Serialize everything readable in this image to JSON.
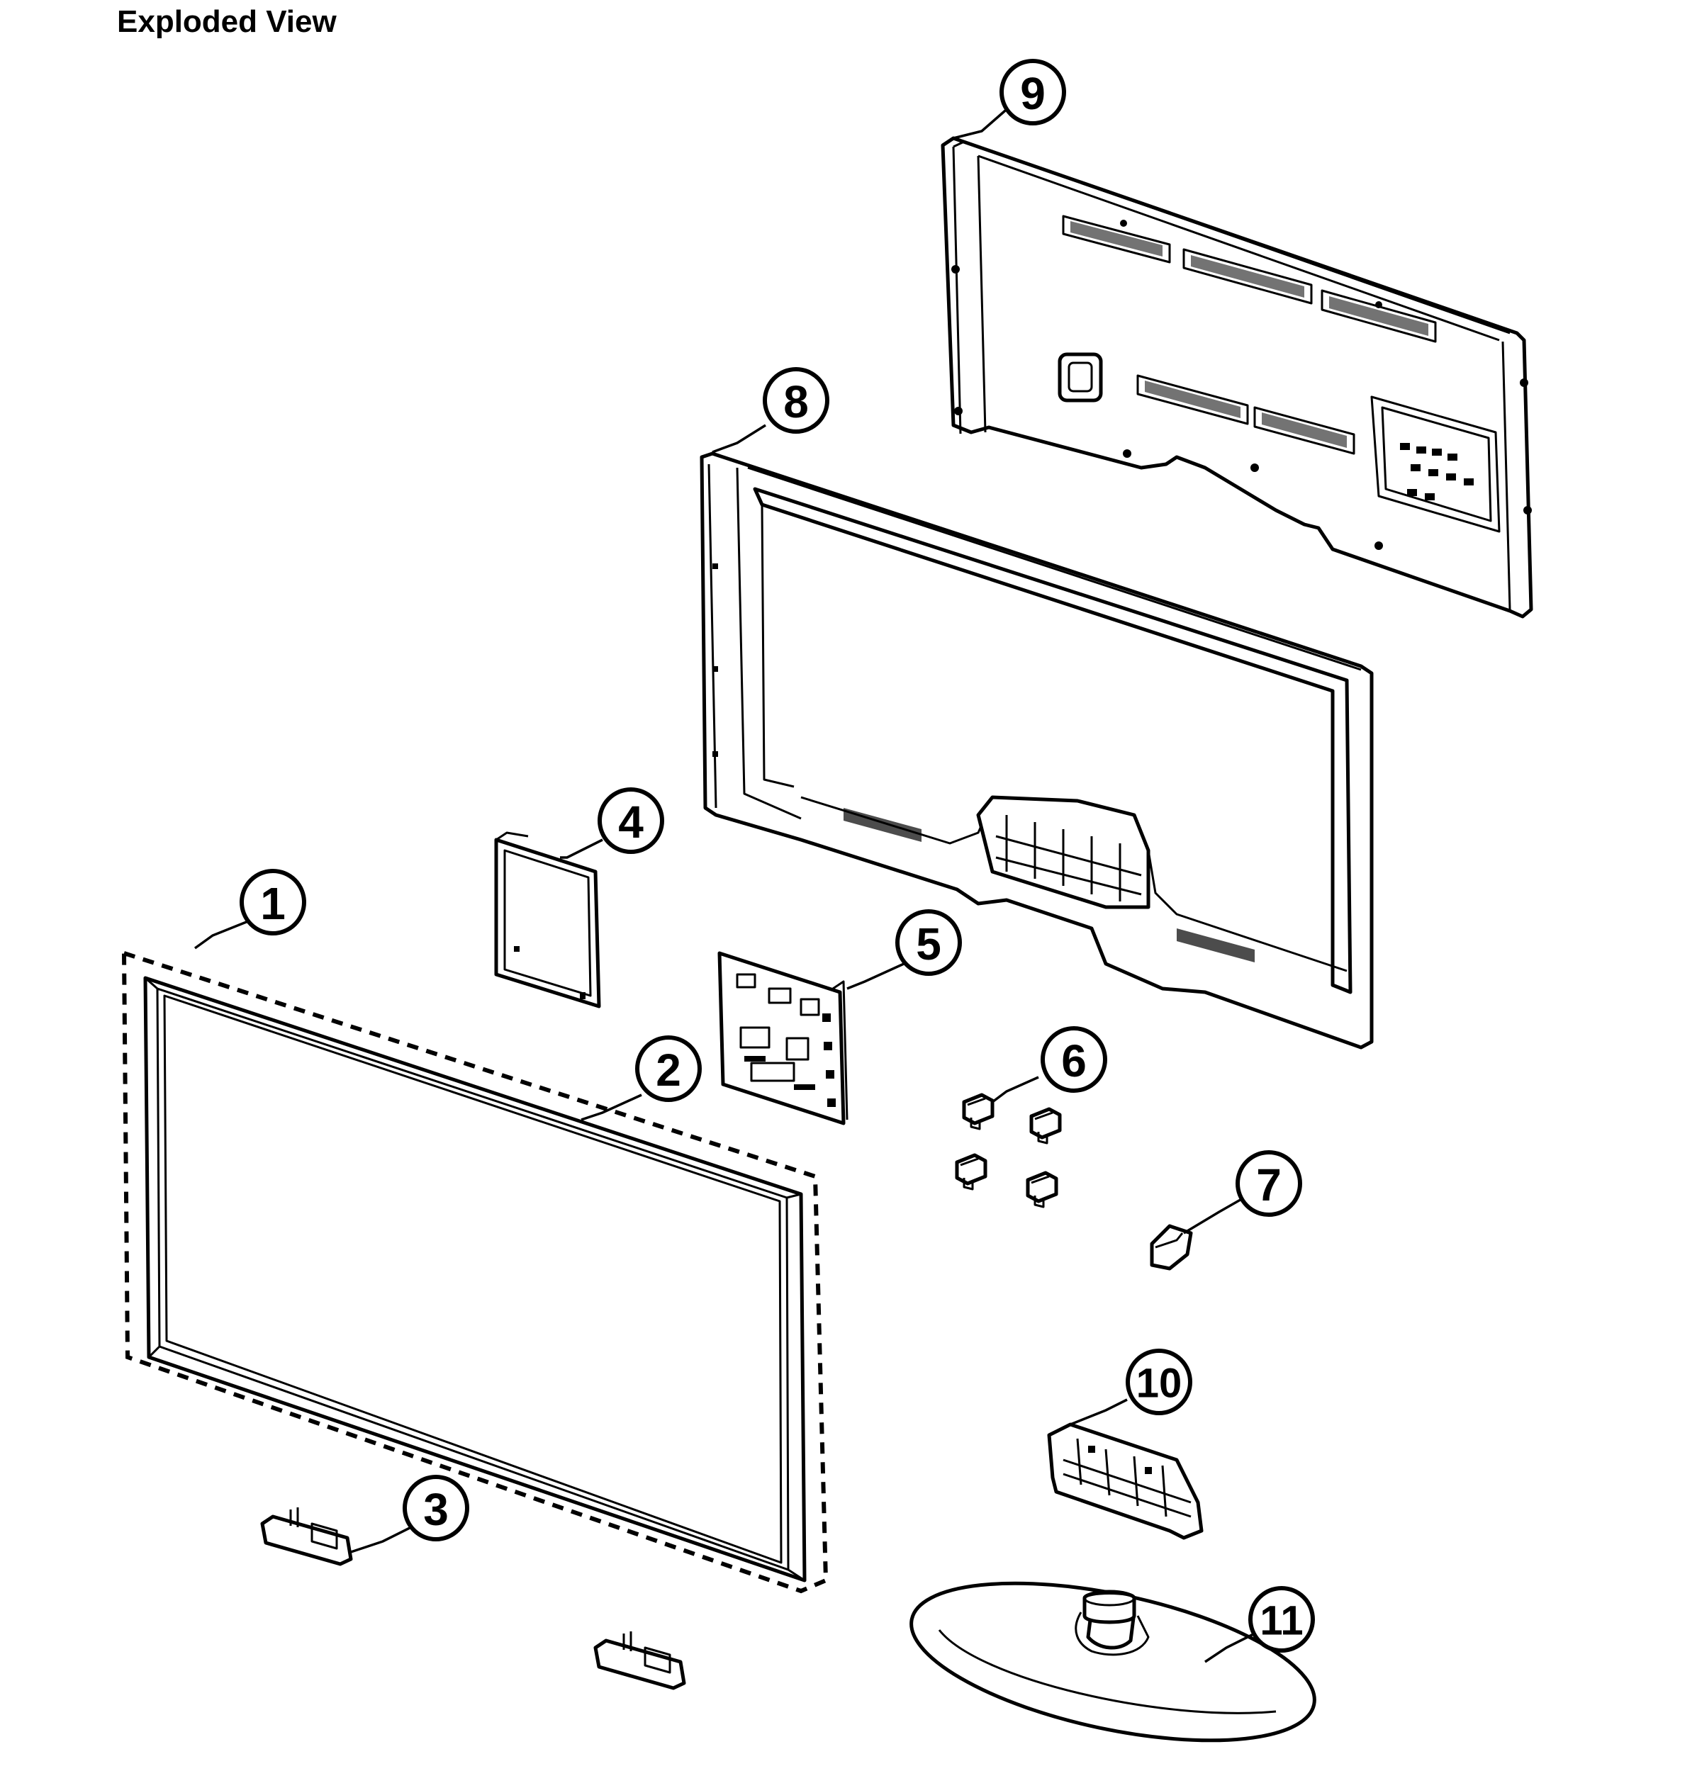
{
  "title": "Exploded View",
  "callouts": [
    {
      "id": "1",
      "label": "1"
    },
    {
      "id": "2",
      "label": "2"
    },
    {
      "id": "3",
      "label": "3"
    },
    {
      "id": "4",
      "label": "4"
    },
    {
      "id": "5",
      "label": "5"
    },
    {
      "id": "6",
      "label": "6"
    },
    {
      "id": "7",
      "label": "7"
    },
    {
      "id": "8",
      "label": "8"
    },
    {
      "id": "9",
      "label": "9"
    },
    {
      "id": "10",
      "label": "10"
    },
    {
      "id": "11",
      "label": "11"
    }
  ]
}
